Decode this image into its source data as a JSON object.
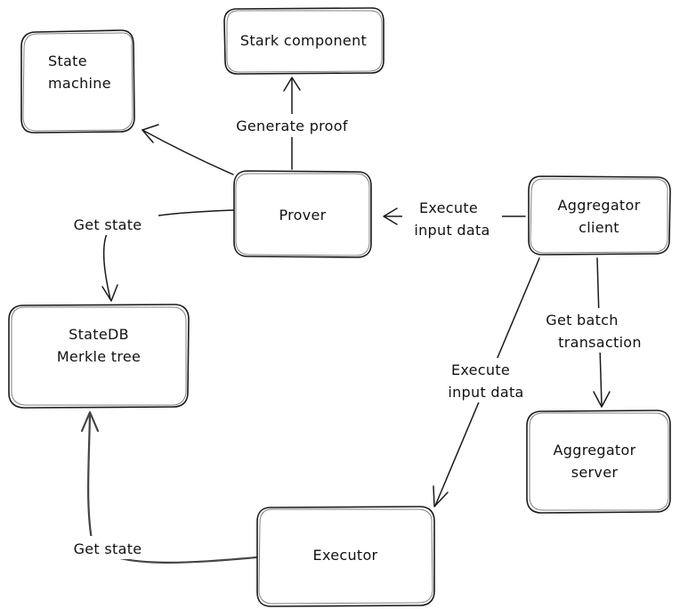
{
  "nodes": {
    "state_machine": {
      "line1": "State",
      "line2": "machine"
    },
    "stark_component": {
      "label": "Stark component"
    },
    "prover": {
      "label": "Prover"
    },
    "aggregator_client": {
      "line1": "Aggregator",
      "line2": "client"
    },
    "statedb": {
      "line1": "StateDB",
      "line2": "Merkle tree"
    },
    "aggregator_server": {
      "line1": "Aggregator",
      "line2": "server"
    },
    "executor": {
      "label": "Executor"
    }
  },
  "edges": {
    "generate_proof": {
      "label": "Generate proof"
    },
    "execute_input_top": {
      "line1": "Execute",
      "line2": "input data"
    },
    "get_state_prover": {
      "label": "Get state"
    },
    "get_batch": {
      "line1": "Get batch",
      "line2": "transaction"
    },
    "execute_input_mid": {
      "line1": "Execute",
      "line2": "input data"
    },
    "get_state_executor": {
      "label": "Get state"
    }
  }
}
